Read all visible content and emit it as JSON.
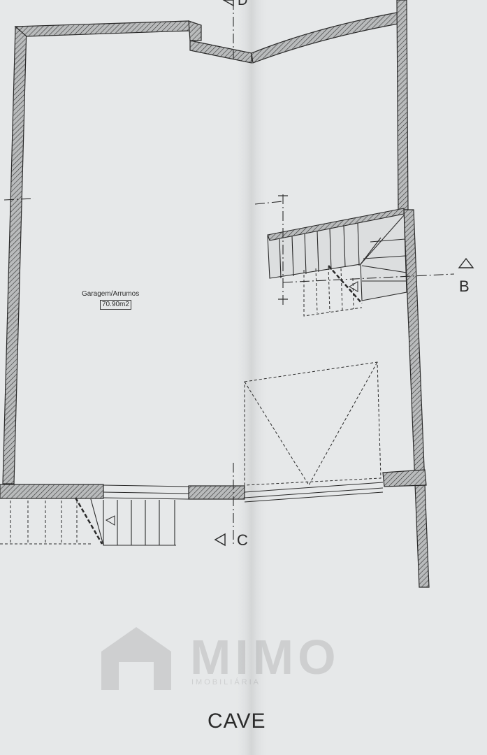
{
  "plan": {
    "room": {
      "name": "Garagem/Arrumos",
      "area": "70.90m2"
    },
    "section_marks": {
      "b": "B",
      "c": "C",
      "d": "D"
    },
    "floor_title": "CAVE"
  },
  "watermark": {
    "brand": "MIMO",
    "tagline": "IMOBILIÁRIA"
  },
  "colors": {
    "paper": "#e6e8e9",
    "line": "#2a2a2a",
    "wall_fill": "#9a9c9e",
    "shadow_fold": "#c9cbcc"
  }
}
